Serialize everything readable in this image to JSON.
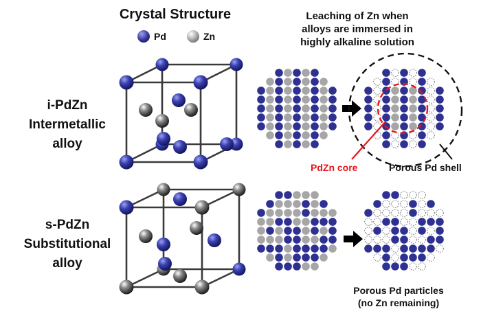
{
  "header": {
    "title_left": "Crystal Structure",
    "title_right_lines": [
      "Leaching of Zn when",
      "alloys are immersed in",
      "highly alkaline solution"
    ]
  },
  "legend": {
    "pd": {
      "label": "Pd",
      "color": "#2e3192"
    },
    "zn": {
      "label": "Zn",
      "color": "#a6a6a6"
    }
  },
  "rows": [
    {
      "id": "intermetallic",
      "label_lines": [
        "i-PdZn",
        "Intermetallic",
        "alloy"
      ]
    },
    {
      "id": "substitutional",
      "label_lines": [
        "s-PdZn",
        "Substitutional",
        "alloy"
      ]
    }
  ],
  "annotations": {
    "core": {
      "label": "PdZn core",
      "color": "#e8141c"
    },
    "shell": {
      "label": "Porous Pd shell"
    }
  },
  "caption_bottom": {
    "lines": [
      "Porous Pd particles",
      "(no Zn remaining)"
    ]
  },
  "colors": {
    "pd": "#2e3192",
    "zn": "#a6a6a6",
    "frame": "#3a3a3a",
    "arrow": "#000000",
    "core": "#e8141c"
  }
}
